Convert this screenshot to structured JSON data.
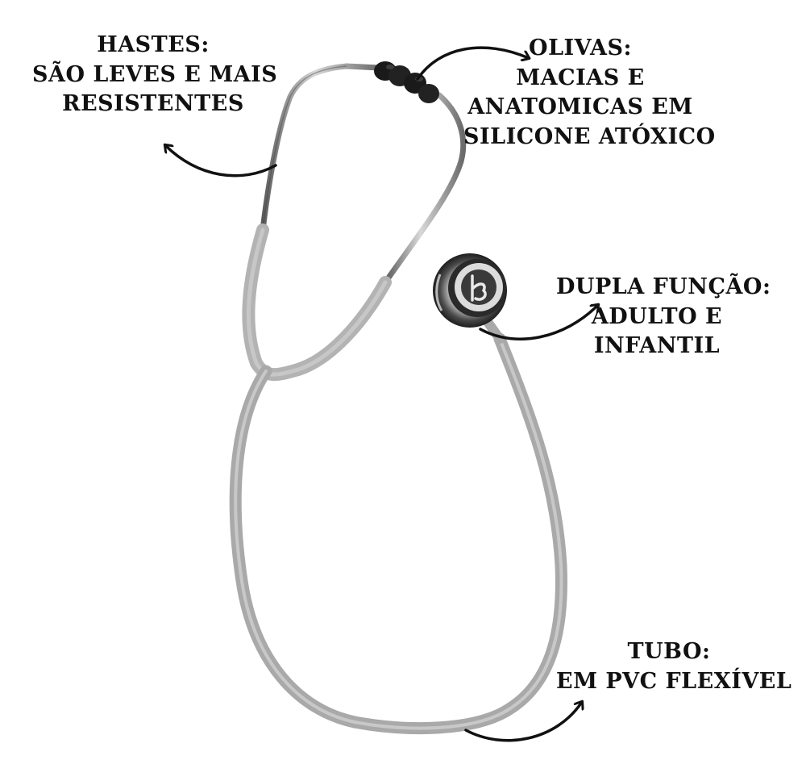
{
  "labels": {
    "hastes": {
      "lines": [
        "HASTES:",
        "SÃO LEVES E MAIS",
        "RESISTENTES"
      ]
    },
    "olivas": {
      "lines": [
        "OLIVAS:",
        "MACIAS E",
        "ANATOMICAS EM",
        "SILICONE ATÓXICO"
      ]
    },
    "dupla": {
      "lines": [
        "DUPLA FUNÇÃO:",
        "ADULTO E",
        "INFANTIL"
      ]
    },
    "tubo": {
      "lines": [
        "TUBO:",
        "EM PVC FLEXÍVEL"
      ]
    }
  },
  "colors": {
    "background": "#ffffff",
    "text": "#111111",
    "tube": "#a9a9a9",
    "metal": "#8c8c8c",
    "eartips": "#1a1a1a",
    "arrow": "#111111"
  },
  "icons": {
    "chestpiece": "stethoscope-chestpiece",
    "eartips": "stethoscope-eartips"
  }
}
